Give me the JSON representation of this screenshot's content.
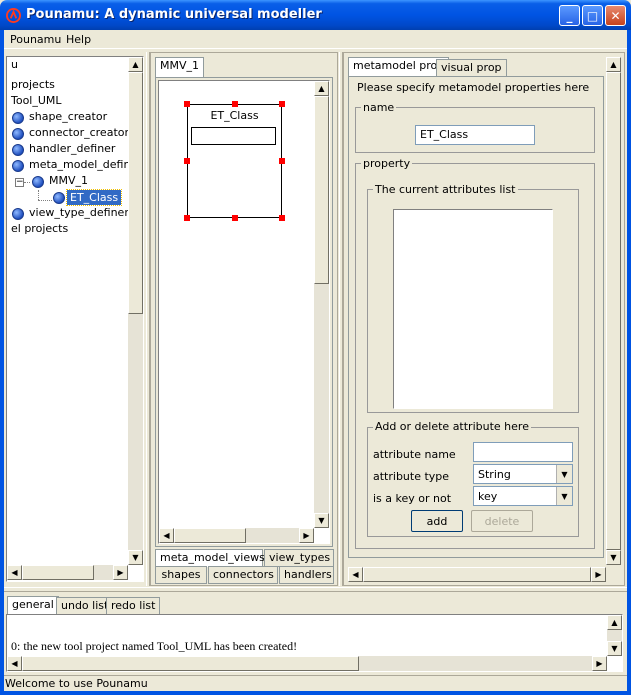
{
  "window": {
    "title": "Pounamu: A dynamic universal modeller",
    "controls": [
      "minimize",
      "maximize",
      "close"
    ]
  },
  "menu": {
    "items": [
      "Pounamu",
      "Help"
    ]
  },
  "tree": {
    "rows": [
      {
        "label": "u",
        "icon": ""
      },
      {
        "label": "projects",
        "icon": ""
      },
      {
        "label": "Tool_UML",
        "icon": ""
      },
      {
        "label": "shape_creator",
        "icon": "node-icon"
      },
      {
        "label": "connector_creator",
        "icon": "node-icon"
      },
      {
        "label": "handler_definer",
        "icon": "node-icon"
      },
      {
        "label": "meta_model_definer",
        "icon": "node-icon"
      },
      {
        "label": "MMV_1",
        "icon": "node-icon",
        "expander": "−"
      },
      {
        "label": "ET_Class",
        "icon": "node-icon",
        "selected": true
      },
      {
        "label": "view_type_definer",
        "icon": "node-icon"
      },
      {
        "label": "el projects",
        "icon": ""
      }
    ]
  },
  "center": {
    "tab": "MMV_1",
    "shape_name": "ET_Class",
    "bottom_tabs_row1": [
      "meta_model_views",
      "view_types"
    ],
    "bottom_tabs_row2": [
      "shapes",
      "connectors",
      "handlers"
    ]
  },
  "properties": {
    "tabs": [
      "metamodel prop",
      "visual prop"
    ],
    "instructions": "Please specify metamodel properties here",
    "name_group": "name",
    "name_value": "ET_Class",
    "property_group": "property",
    "attributes_group": "The current attributes list",
    "edit_group": "Add or delete attribute here",
    "attribute_name_label": "attribute name",
    "attribute_name_value": "",
    "attribute_type_label": "attribute type",
    "attribute_type_value": "String",
    "is_key_label": "is a key or not",
    "is_key_value": "key",
    "add_label": "add",
    "delete_label": "delete"
  },
  "console": {
    "tabs": [
      "general",
      "undo list",
      "redo list"
    ],
    "message": "0: the new tool project named Tool_UML has been created!"
  },
  "status": {
    "text": "Welcome to use Pounamu"
  },
  "colors": {
    "title_bar": "#0054e3",
    "selection": "#316ac5",
    "handle": "#ff0000"
  }
}
